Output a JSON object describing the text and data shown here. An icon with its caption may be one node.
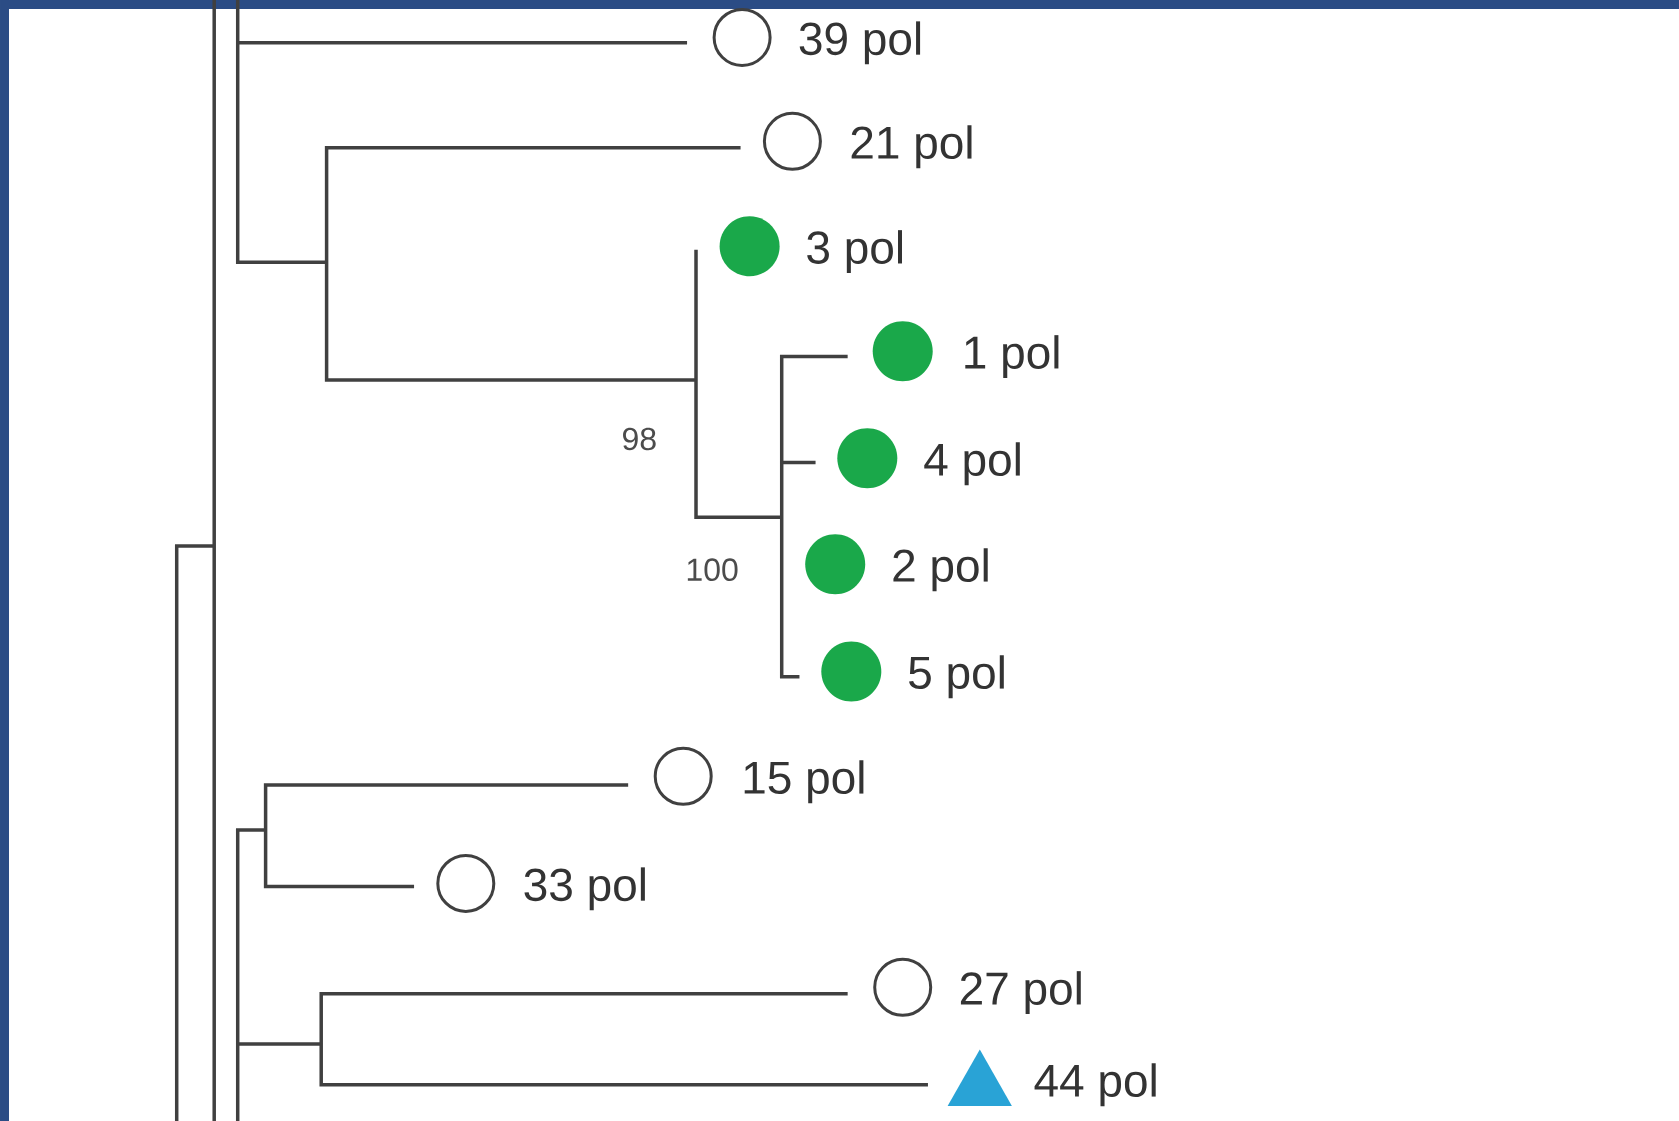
{
  "diagram": {
    "nodes": [
      {
        "text": [
          "39 pol"
        ]
      },
      {
        "text": [
          "21 pol"
        ]
      },
      {
        "text": [
          "3 pol"
        ]
      },
      {
        "text": [
          "1 pol"
        ]
      },
      {
        "text": [
          "4 pol"
        ]
      },
      {
        "text": [
          "2 pol"
        ]
      },
      {
        "text": [
          "5 pol"
        ]
      },
      {
        "text": [
          "15 pol"
        ]
      },
      {
        "text": [
          "33 pol"
        ]
      },
      {
        "text": [
          "27 pol"
        ]
      },
      {
        "text": [
          "44 pol"
        ]
      }
    ],
    "labels": [
      "98",
      "100"
    ]
  }
}
